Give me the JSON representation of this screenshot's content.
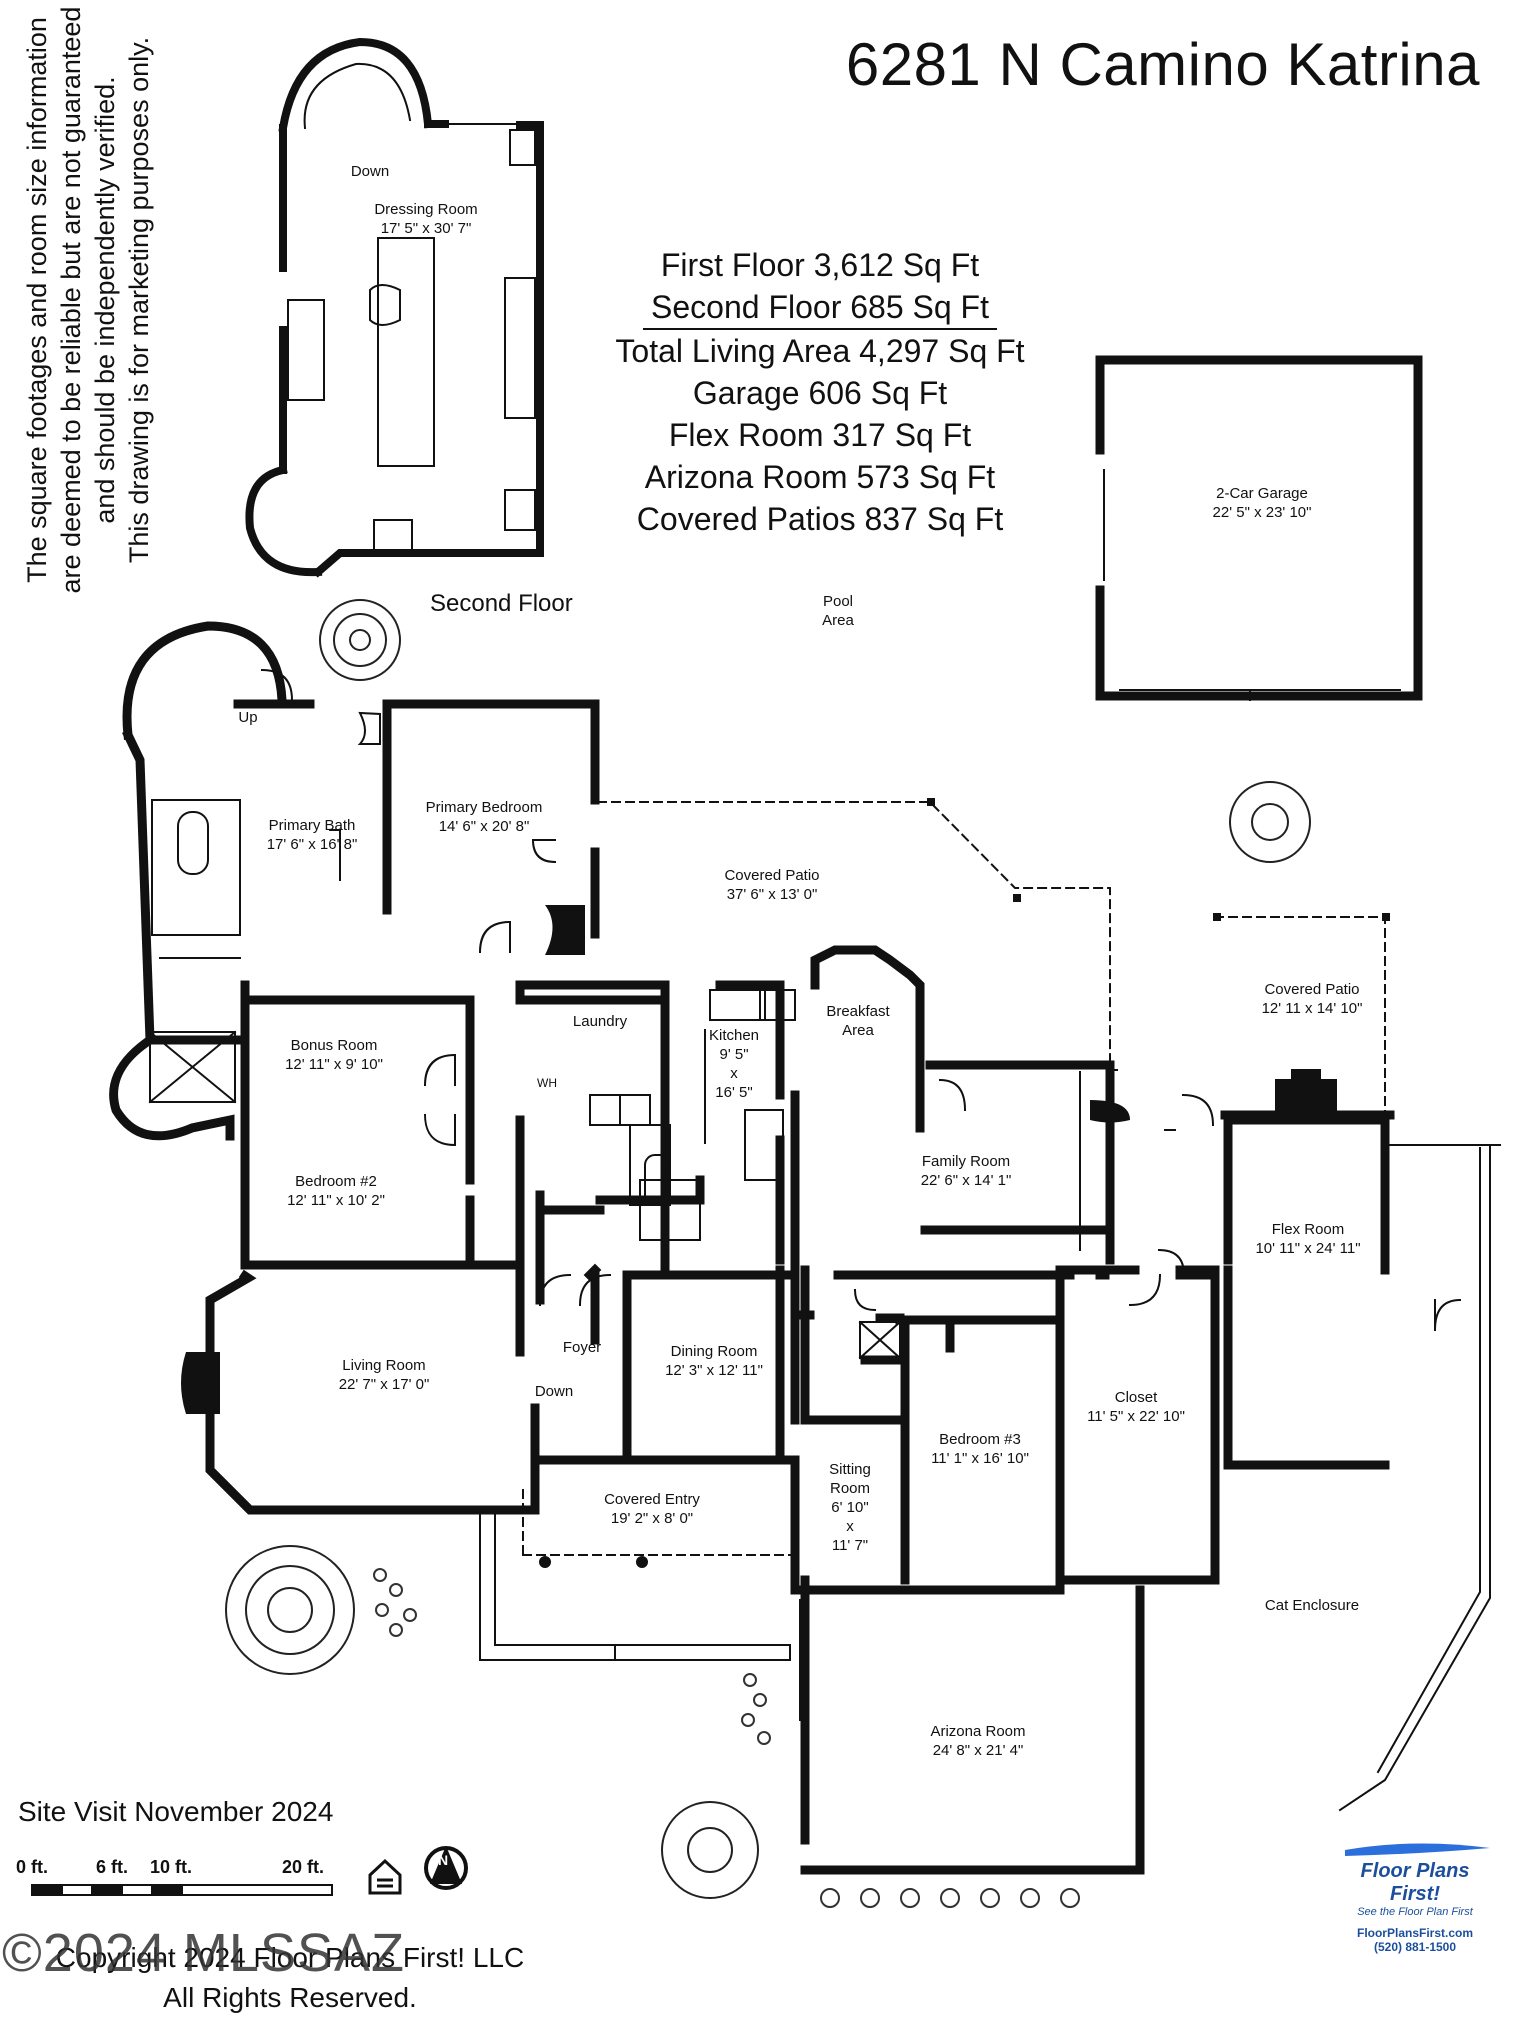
{
  "address": "6281 N Camino Katrina",
  "disclaimer": [
    "The square footages and room size information",
    "are deemed to be reliable but are not guaranteed",
    "and should be independently verified.",
    "This drawing is for marketing purposes only."
  ],
  "summary": {
    "first_floor": "First Floor 3,612 Sq Ft",
    "second_floor": "Second Floor 685 Sq Ft",
    "total": "Total Living Area 4,297 Sq Ft",
    "garage": "Garage 606 Sq Ft",
    "flex": "Flex Room 317 Sq Ft",
    "arizona": "Arizona Room 573 Sq Ft",
    "patios": "Covered Patios 837 Sq Ft"
  },
  "second_floor_label": "Second Floor",
  "rooms": {
    "dressing_name": "Dressing Room",
    "dressing_size": "17' 5\" x 30' 7\"",
    "down_top": "Down",
    "garage_name": "2-Car Garage",
    "garage_size": "22' 5\" x 23' 10\"",
    "pool_1": "Pool",
    "pool_2": "Area",
    "up": "Up",
    "primary_bath_name": "Primary Bath",
    "primary_bath_size": "17' 6\" x 16' 8\"",
    "primary_bed_name": "Primary Bedroom",
    "primary_bed_size": "14' 6\" x 20' 8\"",
    "covered_patio_name": "Covered Patio",
    "covered_patio_size": "37' 6\" x 13' 0\"",
    "covered_patio2_name": "Covered Patio",
    "covered_patio2_size": "12' 11 x 14' 10\"",
    "breakfast_1": "Breakfast",
    "breakfast_2": "Area",
    "laundry": "Laundry",
    "kitchen_name": "Kitchen",
    "kitchen_w": "9' 5\"",
    "kitchen_x": "x",
    "kitchen_l": "16' 5\"",
    "wh": "WH",
    "bonus_name": "Bonus Room",
    "bonus_size": "12' 11\" x 9' 10\"",
    "bed2_name": "Bedroom #2",
    "bed2_size": "12' 11\" x 10' 2\"",
    "family_name": "Family Room",
    "family_size": "22' 6\" x 14' 1\"",
    "flex_name": "Flex Room",
    "flex_size": "10' 11\" x 24' 11\"",
    "living_name": "Living Room",
    "living_size": "22' 7\" x 17' 0\"",
    "foyer": "Foyer",
    "down_foyer": "Down",
    "dining_name": "Dining Room",
    "dining_size": "12' 3\" x 12' 11\"",
    "closet_name": "Closet",
    "closet_size": "11' 5\" x 22' 10\"",
    "bed3_name": "Bedroom #3",
    "bed3_size": "11' 1\" x 16' 10\"",
    "sitting_1": "Sitting",
    "sitting_2": "Room",
    "sitting_w": "6' 10\"",
    "sitting_x": "x",
    "sitting_l": "11' 7\"",
    "entry_name": "Covered Entry",
    "entry_size": "19' 2\" x 8' 0\"",
    "cat": "Cat Enclosure",
    "arizona_name": "Arizona Room",
    "arizona_size": "24' 8\" x 21' 4\""
  },
  "site_visit": "Site Visit November 2024",
  "scale": {
    "s0": "0 ft.",
    "s6": "6 ft.",
    "s10": "10 ft.",
    "s20": "20 ft."
  },
  "copyright_1": "Copyright 2024 Floor Plans First! LLC",
  "copyright_2": "All Rights Reserved.",
  "watermark": "©2024 MLSSAZ",
  "logo": {
    "main": "Floor Plans First!",
    "sub": "See the Floor Plan First",
    "url": "FloorPlansFirst.com",
    "tel": "(520) 881-1500"
  },
  "north": "N"
}
